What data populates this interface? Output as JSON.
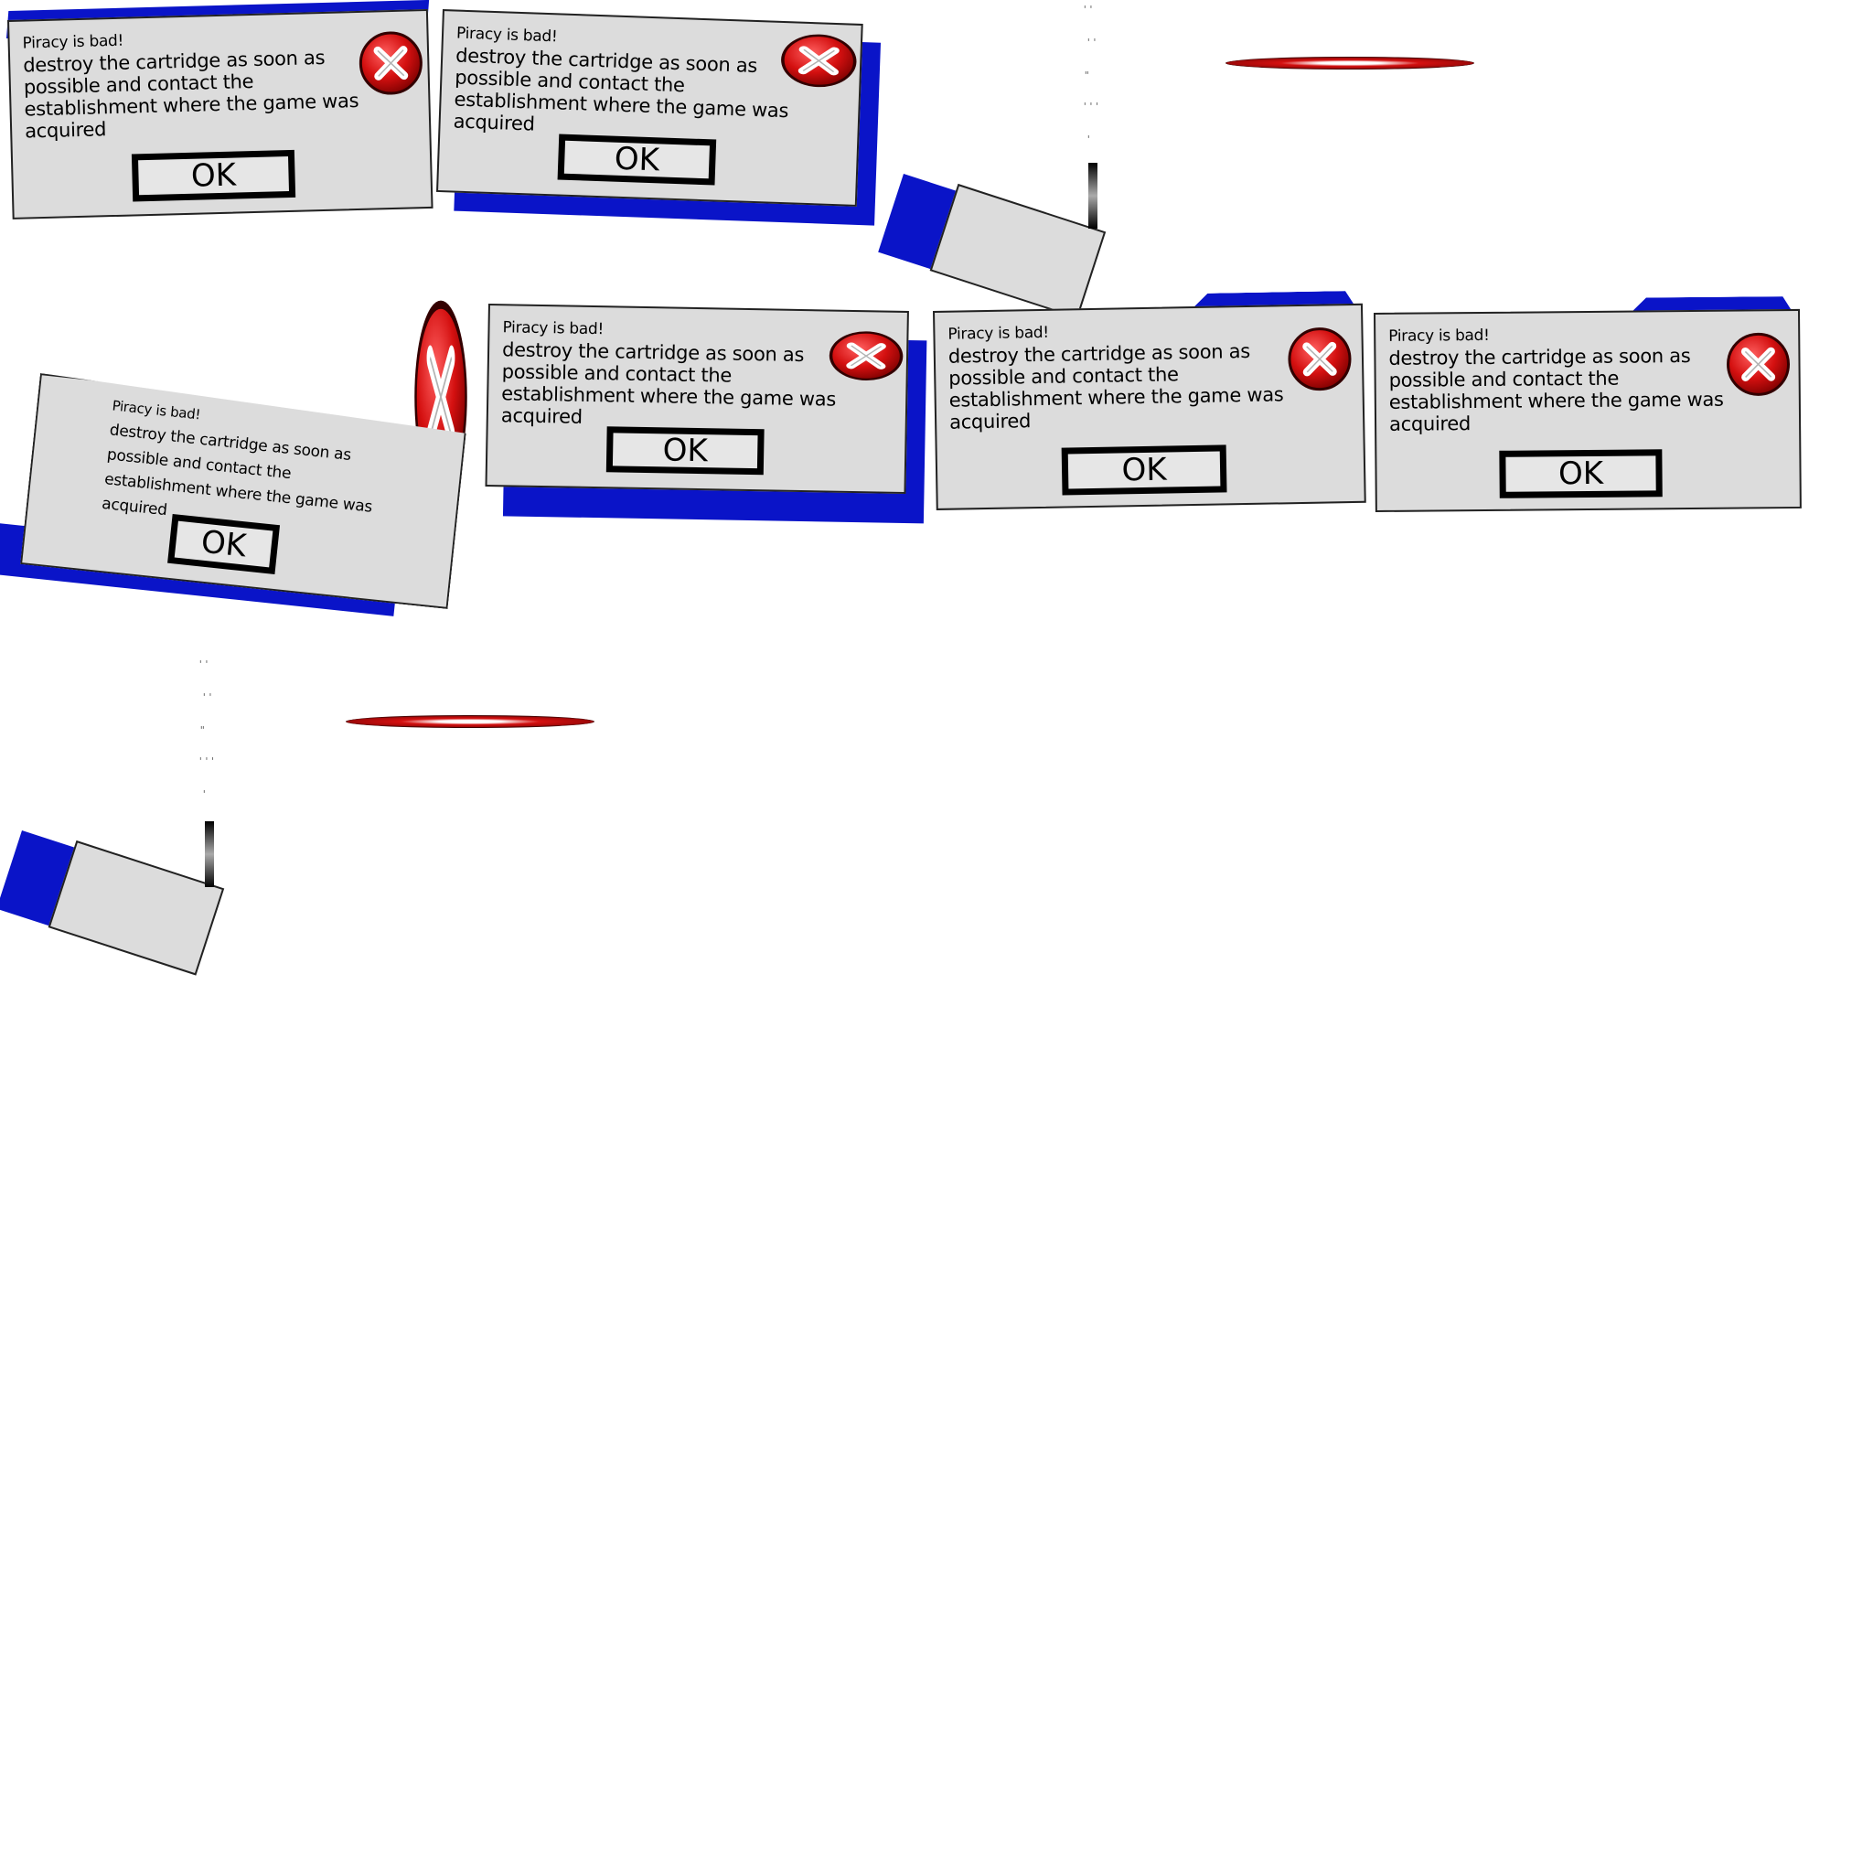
{
  "dialog": {
    "title_line": "Piracy is bad!",
    "lines": [
      "destroy the cartridge as soon as",
      "possible and contact the",
      "establishment where the game was",
      "acquired"
    ],
    "ok_label": "OK"
  },
  "icons": {
    "error": "error-x-icon"
  },
  "colors": {
    "panel": "#dcdcdc",
    "shadow": "#0a14c8",
    "icon_red": "#d01010",
    "background": "#ffffff"
  },
  "debris_ticks": [
    "''",
    "''",
    "\"",
    "'''",
    "'"
  ]
}
